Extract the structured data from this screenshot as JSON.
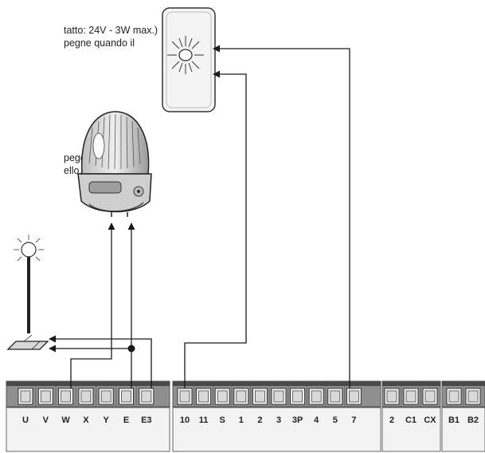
{
  "notes": {
    "line1a": "tatto: 24V - 3W max.)",
    "line1b": "pegne quando il",
    "line2a": "peggia",
    "line2b": "ello."
  },
  "blocks": [
    {
      "id": "block-a",
      "terminals": [
        "U",
        "V",
        "W",
        "X",
        "Y",
        "E",
        "E3"
      ]
    },
    {
      "id": "block-b",
      "terminals": [
        "10",
        "11",
        "S",
        "1",
        "2",
        "3",
        "3P",
        "4",
        "5",
        "7"
      ]
    },
    {
      "id": "block-c",
      "terminals": [
        "2",
        "C1",
        "CX"
      ]
    },
    {
      "id": "block-d",
      "terminals": [
        "B1",
        "B2"
      ]
    }
  ],
  "colors": {
    "line": "#1a1a1a",
    "terminal_block": "#8f8f8f",
    "terminal_dark": "#4a4a4a",
    "panel": "#e9e9e9"
  },
  "icons": [
    "warning-light-icon",
    "lamp-icon",
    "lamp-post-icon",
    "ground-plate-icon"
  ]
}
